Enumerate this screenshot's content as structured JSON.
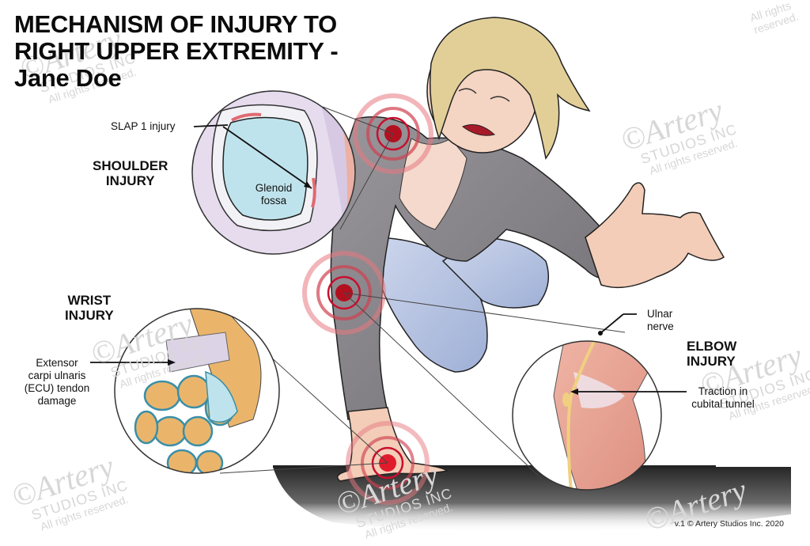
{
  "title": {
    "line1": "MECHANISM OF INJURY TO",
    "line2": "RIGHT UPPER EXTREMITY -",
    "line3": "Jane Doe"
  },
  "shoulder": {
    "heading_line1": "SHOULDER",
    "heading_line2": "INJURY",
    "callout": "SLAP 1 injury",
    "structure_line1": "Glenoid",
    "structure_line2": "fossa"
  },
  "wrist": {
    "heading_line1": "WRIST",
    "heading_line2": "INJURY",
    "callout_line1": "Extensor",
    "callout_line2": "carpi ulnaris",
    "callout_line3": "(ECU) tendon",
    "callout_line4": "damage"
  },
  "elbow": {
    "heading_line1": "ELBOW",
    "heading_line2": "INJURY",
    "nerve_line1": "Ulnar",
    "nerve_line2": "nerve",
    "callout_line1": "Traction in",
    "callout_line2": "cubital tunnel"
  },
  "watermark": {
    "brand": "©Artery",
    "studio": "STUDIOS INC",
    "rights": "All rights reserved."
  },
  "footer": {
    "copyright": "v.1 © Artery Studios Inc. 2020"
  },
  "colors": {
    "pain_red": "#c8102e",
    "pain_ring": "#e0707a",
    "shirt_gray": "#8a878c",
    "pants_blue": "#b9c6e2",
    "skin": "#f3cdb8",
    "hair": "#e2cf98",
    "glenoid_blue": "#bfe3ec",
    "labrum_lilac": "#ddd3e6",
    "muscle_pink": "#e9a495",
    "bone_tan": "#eab56b",
    "floor_dark": "#2f2f2f"
  }
}
